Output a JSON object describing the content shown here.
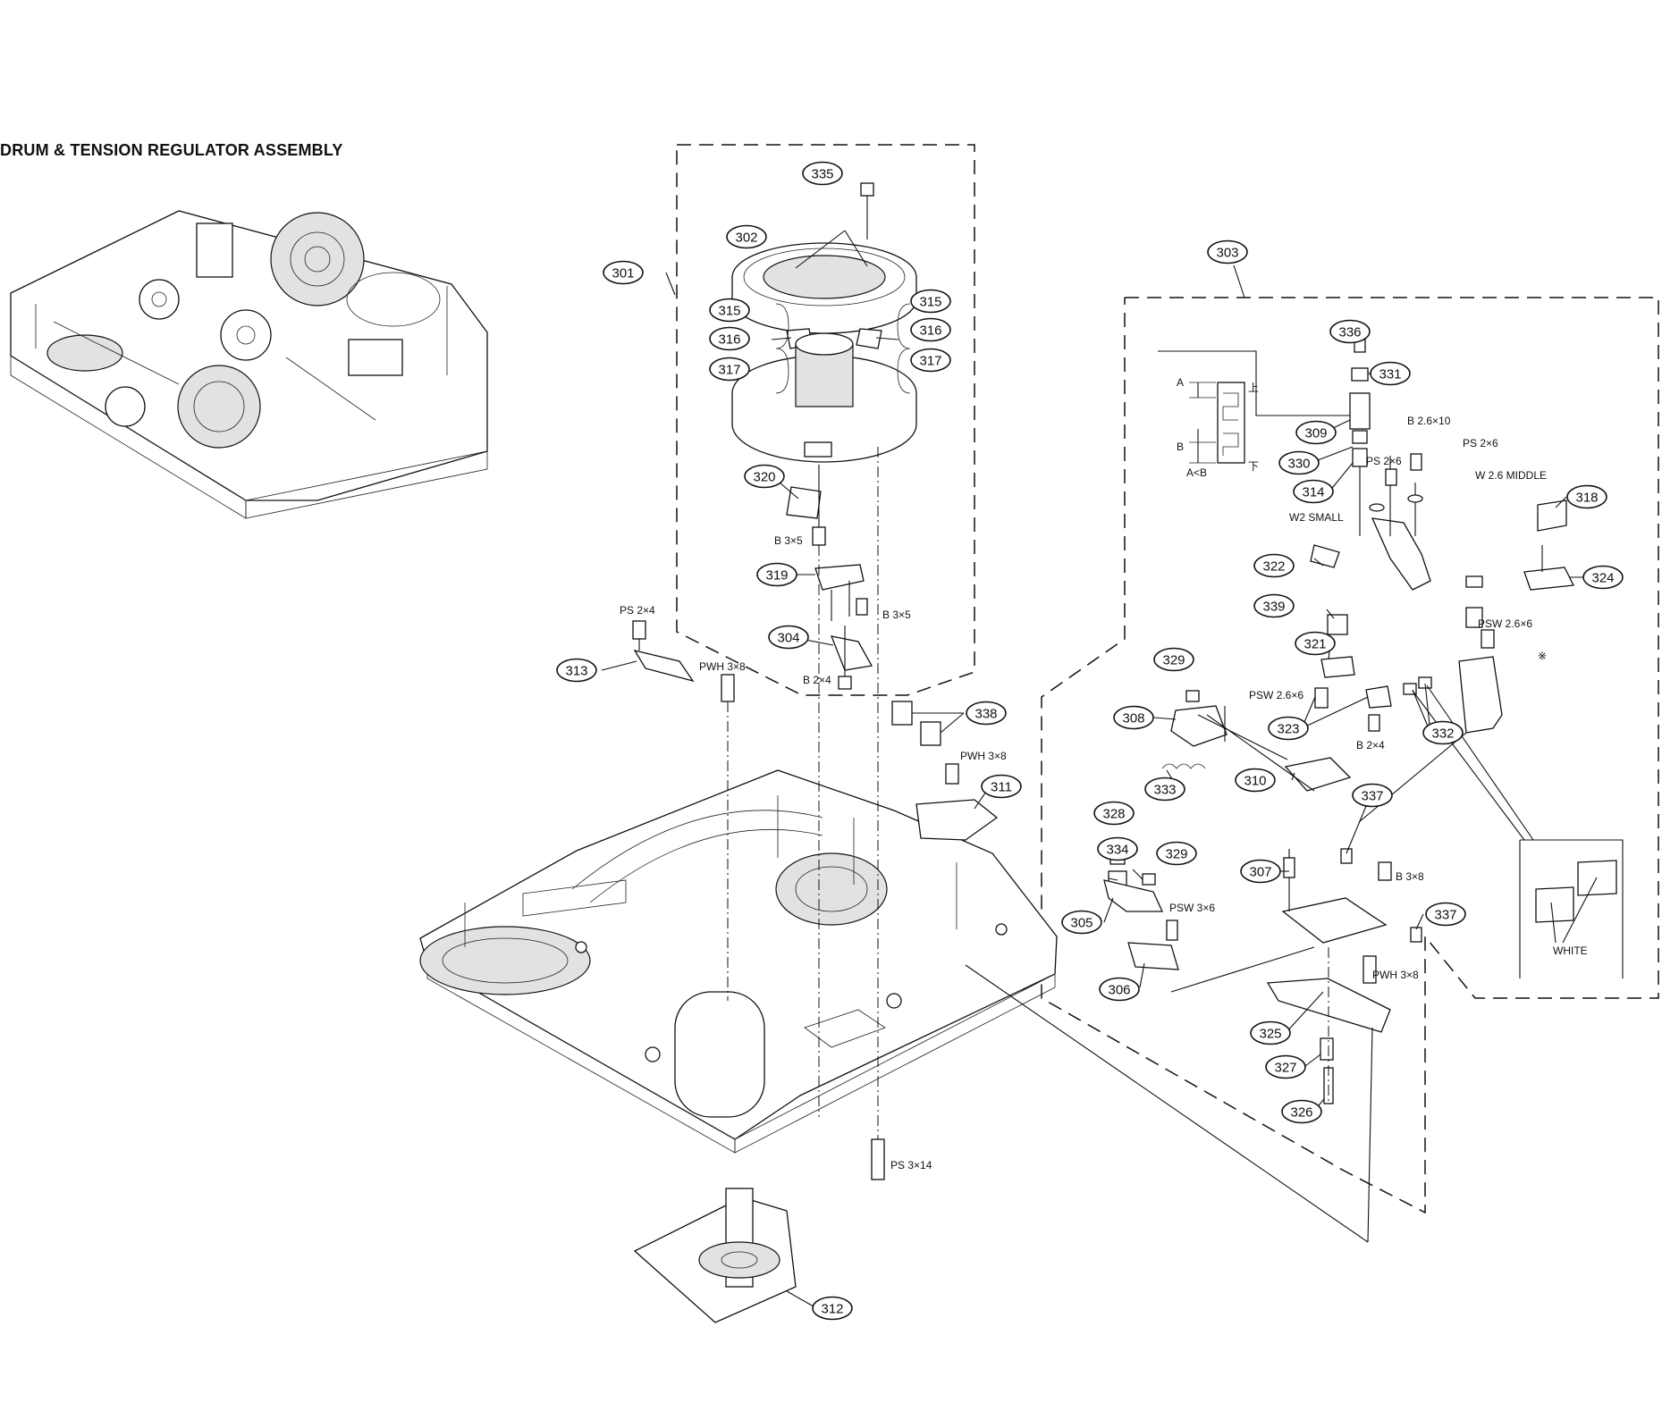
{
  "title": "DRUM & TENSION REGULATOR ASSEMBLY",
  "callouts": [
    "335",
    "302",
    "301",
    "315",
    "316",
    "317",
    "315",
    "316",
    "317",
    "320",
    "319",
    "304",
    "313",
    "338",
    "311",
    "303",
    "336",
    "331",
    "309",
    "330",
    "314",
    "318",
    "322",
    "324",
    "339",
    "321",
    "329",
    "308",
    "323",
    "332",
    "310",
    "333",
    "337",
    "328",
    "334",
    "329",
    "307",
    "305",
    "337",
    "306",
    "325",
    "327",
    "326",
    "312"
  ],
  "specs": [
    "B 3×5",
    "B 3×5",
    "B 2×4",
    "PS 2×4",
    "PWH 3×8",
    "PWH 3×8",
    "B 2.6×10",
    "PS 2×6",
    "PS 2×6",
    "W 2.6 MIDDLE",
    "W2 SMALL",
    "PSW 2.6×6",
    "PSW 2.6×6",
    "B 2×4",
    "PSW 3×6",
    "B 3×8",
    "PWH 3×8",
    "PS 3×14",
    "WHITE"
  ],
  "detail": {
    "dim_a": "A",
    "dim_b": "B",
    "relation": "A<B",
    "mark_top": "上",
    "mark_bottom": "下"
  },
  "asterisk_mark": "※"
}
